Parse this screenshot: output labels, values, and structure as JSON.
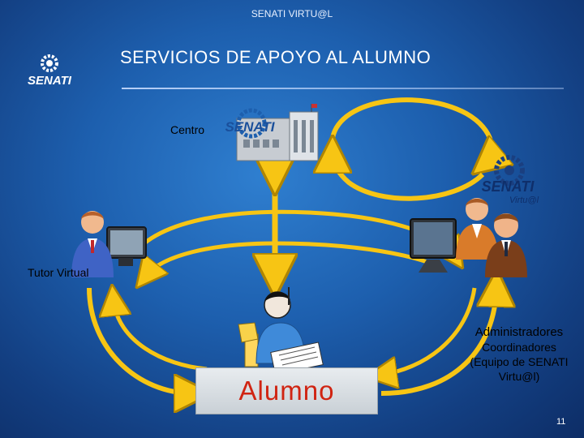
{
  "slide": {
    "header": "SENATI VIRTU@L",
    "title": "SERVICIOS DE APOYO AL ALUMNO",
    "logo_text": "SENATI",
    "center_label": "Centro",
    "center_logo_text": "SENATI",
    "virtual_logo_text": "SENATI",
    "virtual_logo_subtext": "Virtu@l",
    "tutor_label": "Tutor Virtual",
    "admin_lines": [
      "Administradores",
      "Coordinadores",
      "(Equipo de SENATI",
      "Virtu@l)"
    ],
    "student_label": "Alumno",
    "slide_number": "11"
  },
  "colors": {
    "background": "#1d5fae",
    "arrow": "#f7c514",
    "student_text": "#d02412"
  }
}
